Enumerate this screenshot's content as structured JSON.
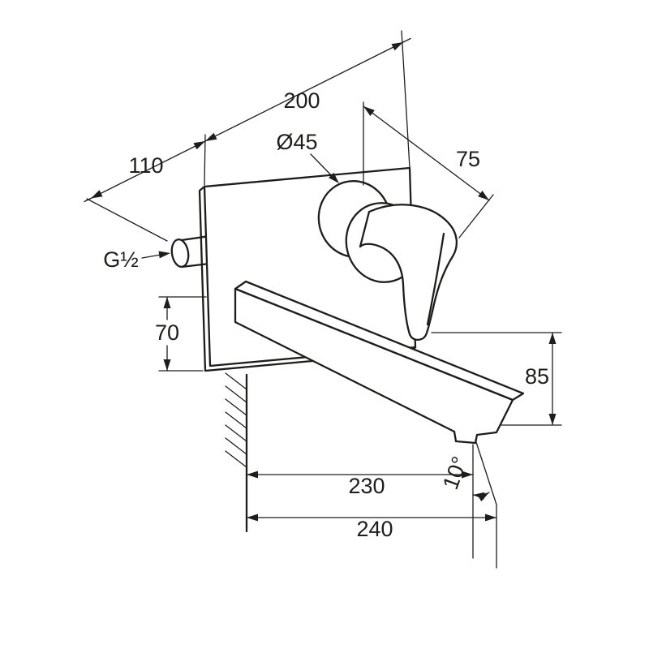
{
  "drawing": {
    "background": "#ffffff",
    "line_color": "#1d1d1b",
    "type": "technical-dimension-drawing",
    "subject": "wall-mounted-basin-mixer"
  },
  "labels": {
    "plate_width": "200",
    "left_offset": "110",
    "escutcheon_diameter": "Ø45",
    "handle_projection": "75",
    "connection_thread": "G½",
    "plate_height": "70",
    "drop_height": "85",
    "reach_aerator": "230",
    "reach_total": "240",
    "spout_angle": "10°"
  }
}
